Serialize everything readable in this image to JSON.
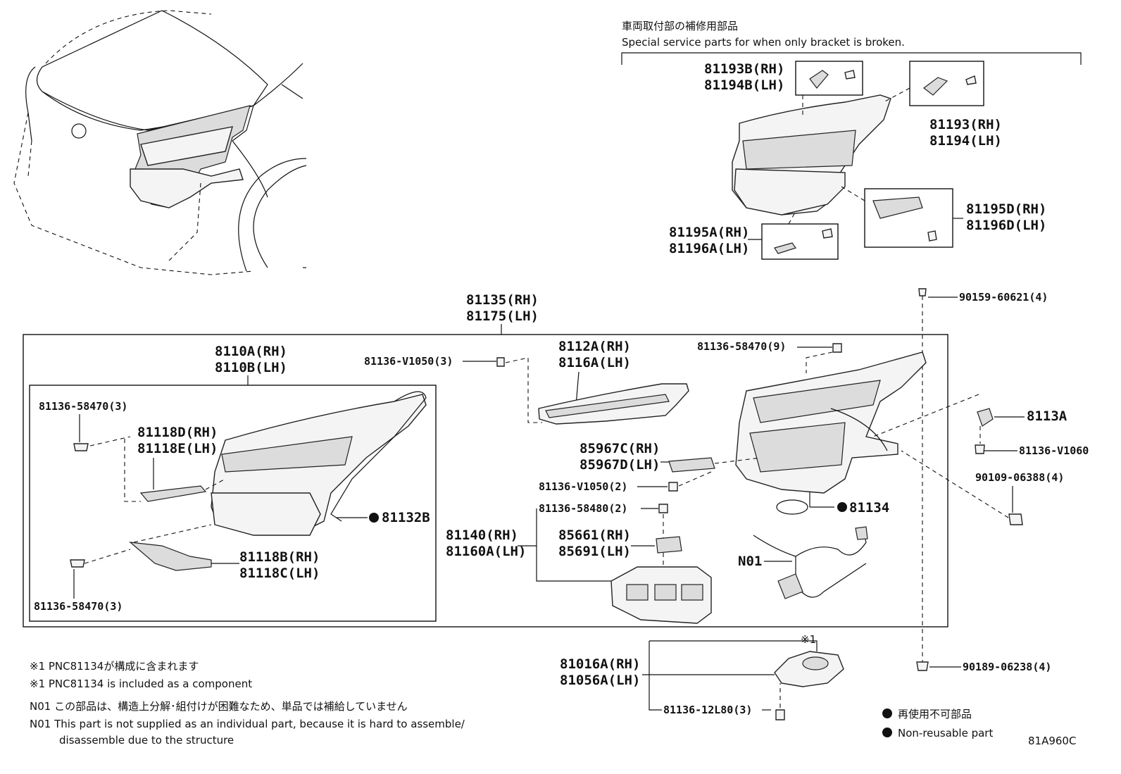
{
  "header": {
    "title_jp": "車両取付部の補修用部品",
    "title_en": "Special service parts for when only bracket is broken."
  },
  "parts": {
    "p81193b": "81193B(RH)",
    "p81194b": "81194B(LH)",
    "p81193": "81193(RH)",
    "p81194": "81194(LH)",
    "p81195d": "81195D(RH)",
    "p81196d": "81196D(LH)",
    "p81195a": "81195A(RH)",
    "p81196a": "81196A(LH)",
    "p81135": "81135(RH)",
    "p81175": "81175(LH)",
    "p90159": "90159-60621(4)",
    "p8110a": "8110A(RH)",
    "p8110b": "8110B(LH)",
    "p81136v1050_top": "81136-V1050(3)",
    "p8112a": "8112A(RH)",
    "p8116a": "8116A(LH)",
    "p81136_58470_9": "81136-58470(9)",
    "p81136_58470_3a": "81136-58470(3)",
    "p81118d": "81118D(RH)",
    "p81118e": "81118E(LH)",
    "p8113a": "8113A",
    "p85967c": "85967C(RH)",
    "p85967d": "85967D(LH)",
    "p81136v1060": "81136-V1060",
    "p81136v1050_2": "81136-V1050(2)",
    "p90109": "90109-06388(4)",
    "p81132b": "81132B",
    "p81136_58480": "81136-58480(2)",
    "p81134": "81134",
    "p81140": "81140(RH)",
    "p81160a": "81160A(LH)",
    "p85661": "85661(RH)",
    "p85691": "85691(LH)",
    "p81118b": "81118B(RH)",
    "p81118c": "81118C(LH)",
    "n01": "N01",
    "p81136_58470_3b": "81136-58470(3)",
    "mark1": "※1",
    "p81016a": "81016A(RH)",
    "p81056a": "81056A(LH)",
    "p90189": "90189-06238(4)",
    "p81136_12l80": "81136-12L80(3)"
  },
  "notes": {
    "n1_jp": "※1 PNC81134が構成に含まれます",
    "n1_en": "※1 PNC81134 is included as a component",
    "n01_jp": "N01 この部品は、構造上分解･組付けが困難なため、単品では補給していません",
    "n01_en1": "N01 This part is not supplied as an individual part, because it is hard to assemble/",
    "n01_en2": "disassemble due to the structure"
  },
  "legend": {
    "nonreuse_jp": "再使用不可部品",
    "nonreuse_en": "Non-reusable part"
  },
  "diagram_id": "81A960C"
}
